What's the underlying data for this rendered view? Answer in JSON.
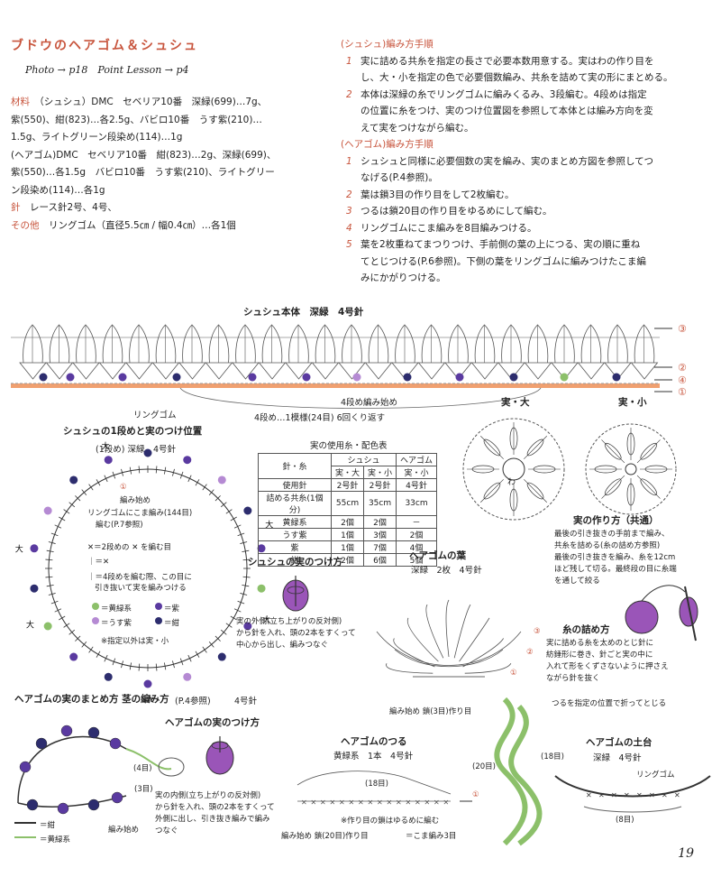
{
  "title": "ブドウのヘアゴム＆シュシュ",
  "photo_ref": "Photo → p18　Point Lesson → p4",
  "materials": {
    "label_material": "材料",
    "line1": "（シュシュ）DMC　セベリア10番　深緑(699)…7g、",
    "line2": "紫(550)、紺(823)…各2.5g、バビロ10番　うす紫(210)…",
    "line3": "1.5g、ライトグリーン段染め(114)…1g",
    "line4": "(ヘアゴム)DMC　セベリア10番　紺(823)…2g、深緑(699)、",
    "line5": "紫(550)…各1.5g　バビロ10番　うす紫(210)、ライトグリー",
    "line6": "ン段染め(114)…各1g",
    "label_needle": "針",
    "needle": "レース針2号、4号、",
    "label_other": "その他",
    "other": "リングゴム（直径5.5㎝ / 幅0.4㎝）…各1個"
  },
  "chouchou_steps": {
    "heading": "(シュシュ)編み方手順",
    "items": [
      {
        "n": "1",
        "lines": [
          "実に詰める共糸を指定の長さで必要本数用意する。実はわの作り目を",
          "し、大・小を指定の色で必要個数編み、共糸を詰めて実の形にまとめる。"
        ]
      },
      {
        "n": "2",
        "lines": [
          "本体は深緑の糸でリングゴムに編みくるみ、3段編む。4段めは指定",
          "の位置に糸をつけ、実のつけ位置図を参照して本体とは編み方向を変",
          "えて実をつけながら編む。"
        ]
      }
    ]
  },
  "hair_steps": {
    "heading": "(ヘアゴム)編み方手順",
    "items": [
      {
        "n": "1",
        "lines": [
          "シュシュと同様に必要個数の実を編み、実のまとめ方図を参照してつ",
          "なげる(P.4参照)。"
        ]
      },
      {
        "n": "2",
        "lines": [
          "葉は鎖3目の作り目をして2枚編む。"
        ]
      },
      {
        "n": "3",
        "lines": [
          "つるは鎖20目の作り目をゆるめにして編む。"
        ]
      },
      {
        "n": "4",
        "lines": [
          "リングゴムにこま編みを8目編みつける。"
        ]
      },
      {
        "n": "5",
        "lines": [
          "葉を2枚重ねてまつりつけ、手前側の葉の上につる、実の順に重ね",
          "てとじつける(P.6参照)。下側の葉をリングゴムに編みつけたこま編",
          "みにかがりつける。"
        ]
      }
    ]
  },
  "body_diagram": {
    "title": "シュシュ本体　深緑　4号針",
    "rows": [
      "③",
      "②",
      "④",
      "①"
    ],
    "ring_label": "リングゴム",
    "start4": "4段め編み始め",
    "repeat": "4段め…1模様(24目) 6回くり返す"
  },
  "round": {
    "title": "シュシュの1段めと実のつけ位置",
    "sub": "(1段め) 深緑　4号針",
    "big": "大",
    "start_num": "①",
    "start": "編み始め",
    "ring": "リングゴムにこま編み(144目)",
    "ring2": "編む(P.7参照)",
    "legend1": "✕＝2段めの ✕ を編む目",
    "legend2": "｜＝✕",
    "legend3a": "｜＝4段めを編む際、この目に",
    "legend3b": "引き抜いて実を編みつける",
    "green": "＝黄緑系",
    "lilac": "＝うす紫",
    "purple": "＝紫",
    "navy": "＝紺",
    "note": "※指定以外は実・小"
  },
  "usage_table": {
    "title": "実の使用糸・配色表",
    "corner1": "針・糸",
    "h_chou": "シュシュ",
    "h_hair": "ヘアゴム",
    "sub_big": "実・大",
    "sub_small": "実・小",
    "sub_hsmall": "実・小",
    "rows": [
      {
        "label": "使用針",
        "a": "2号針",
        "b": "2号針",
        "c": "4号針"
      },
      {
        "label": "詰める共糸(1個分)",
        "a": "55cm",
        "b": "35cm",
        "c": "33cm"
      },
      {
        "label": "黄緑系",
        "a": "2個",
        "b": "2個",
        "c": "－"
      },
      {
        "label": "うす紫",
        "a": "1個",
        "b": "3個",
        "c": "2個"
      },
      {
        "label": "紫",
        "a": "1個",
        "b": "7個",
        "c": "4個"
      },
      {
        "label": "紺",
        "a": "2個",
        "b": "6個",
        "c": "5個"
      }
    ]
  },
  "fruit": {
    "big_label": "実・大",
    "small_label": "実・小",
    "center": "わ",
    "how_title": "実の作り方（共通）",
    "how": [
      "最後の引き抜きの手前まで編み、",
      "共糸を詰める(糸の詰め方参照)",
      "最後の引き抜きを編み、糸を12cm",
      "ほど残して切る。最終段の目に糸端",
      "を通して絞る"
    ]
  },
  "chou_attach": {
    "title": "シュシュの実のつけ方",
    "text": [
      "実の外側(立ち上がりの反対側)",
      "から針を入れ、頭の2本をすくって",
      "中心から出し、編みつなぐ"
    ]
  },
  "leaf": {
    "title": "ヘアゴムの葉",
    "sub": "深緑　2枚　4号針",
    "rows": [
      "③",
      "②",
      "①"
    ],
    "start": "編み始め 鎖(3目)作り目"
  },
  "stuff": {
    "title": "糸の詰め方",
    "text": [
      "実に詰める糸を太めのとじ針に",
      "紡錘形に巻き、針ごと実の中に",
      "入れて形をくずさないように押さえ",
      "ながら針を抜く"
    ]
  },
  "gather": {
    "title": "ヘアゴムの実のまとめ方 茎の編み方",
    "ref": "(P.4参照)",
    "needle": "4号針",
    "c4": "(4目)",
    "c3": "(3目)",
    "navy_line": "＝紺",
    "green_line": "＝黄緑系",
    "start": "編み始め"
  },
  "hair_attach": {
    "title": "ヘアゴムの実のつけ方",
    "text": [
      "実の内側(立ち上がりの反対側)",
      "から針を入れ、頭の2本をすくって",
      "外側に出し、引き抜き編みで編み",
      "つなぐ"
    ]
  },
  "vine": {
    "title": "ヘアゴムのつる",
    "sub": "黄緑系　1本　4号針",
    "c18": "(18目)",
    "row1": "①",
    "note": "※作り目の鎖はゆるめに編む",
    "start": "編み始め 鎖(20目)作り目",
    "legend": "＝こま編み3目",
    "fold": "つるを指定の位置で折ってとじる",
    "w20": "(20目)",
    "w18": "(18目)"
  },
  "base": {
    "title": "ヘアゴムの土台",
    "sub": "深緑　4号針",
    "ring": "リングゴム",
    "c8": "(8目)"
  },
  "page_number": "19",
  "colors": {
    "accent": "#c8553d",
    "green": "#8cc06a",
    "lilac": "#b58ad3",
    "purple": "#5a3aa0",
    "navy": "#2d2d6e"
  }
}
